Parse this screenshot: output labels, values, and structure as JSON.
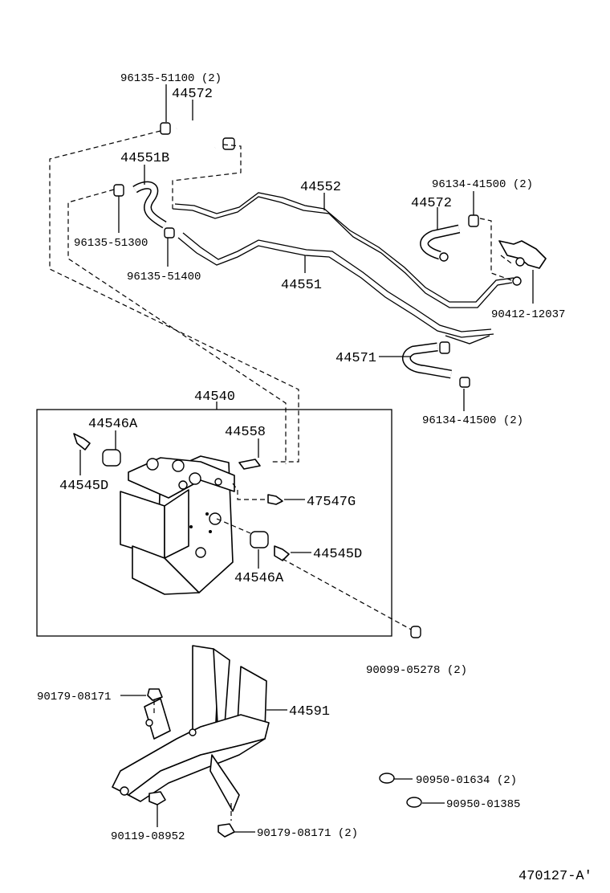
{
  "parts": {
    "c1": "96135-51100 (2)",
    "c2": "44572",
    "c3": "44551B",
    "c4": "96135-51300",
    "c5": "96135-51400",
    "c6": "44552",
    "c7": "44551",
    "c8": "96134-41500 (2)",
    "c9": "44572",
    "c10": "90412-12037",
    "c11": "44571",
    "c12": "96134-41500 (2)",
    "c13": "44540",
    "c14": "44546A",
    "c15": "44545D",
    "c16": "44558",
    "c17": "47547G",
    "c18": "44545D",
    "c19": "44546A",
    "c20": "90099-05278 (2)",
    "c21": "90179-08171",
    "c22": "44591",
    "c23": "90950-01634 (2)",
    "c24": "90950-01385",
    "c25": "90119-08952",
    "c26": "90179-08171 (2)"
  },
  "diagram_id": "470127-A'"
}
